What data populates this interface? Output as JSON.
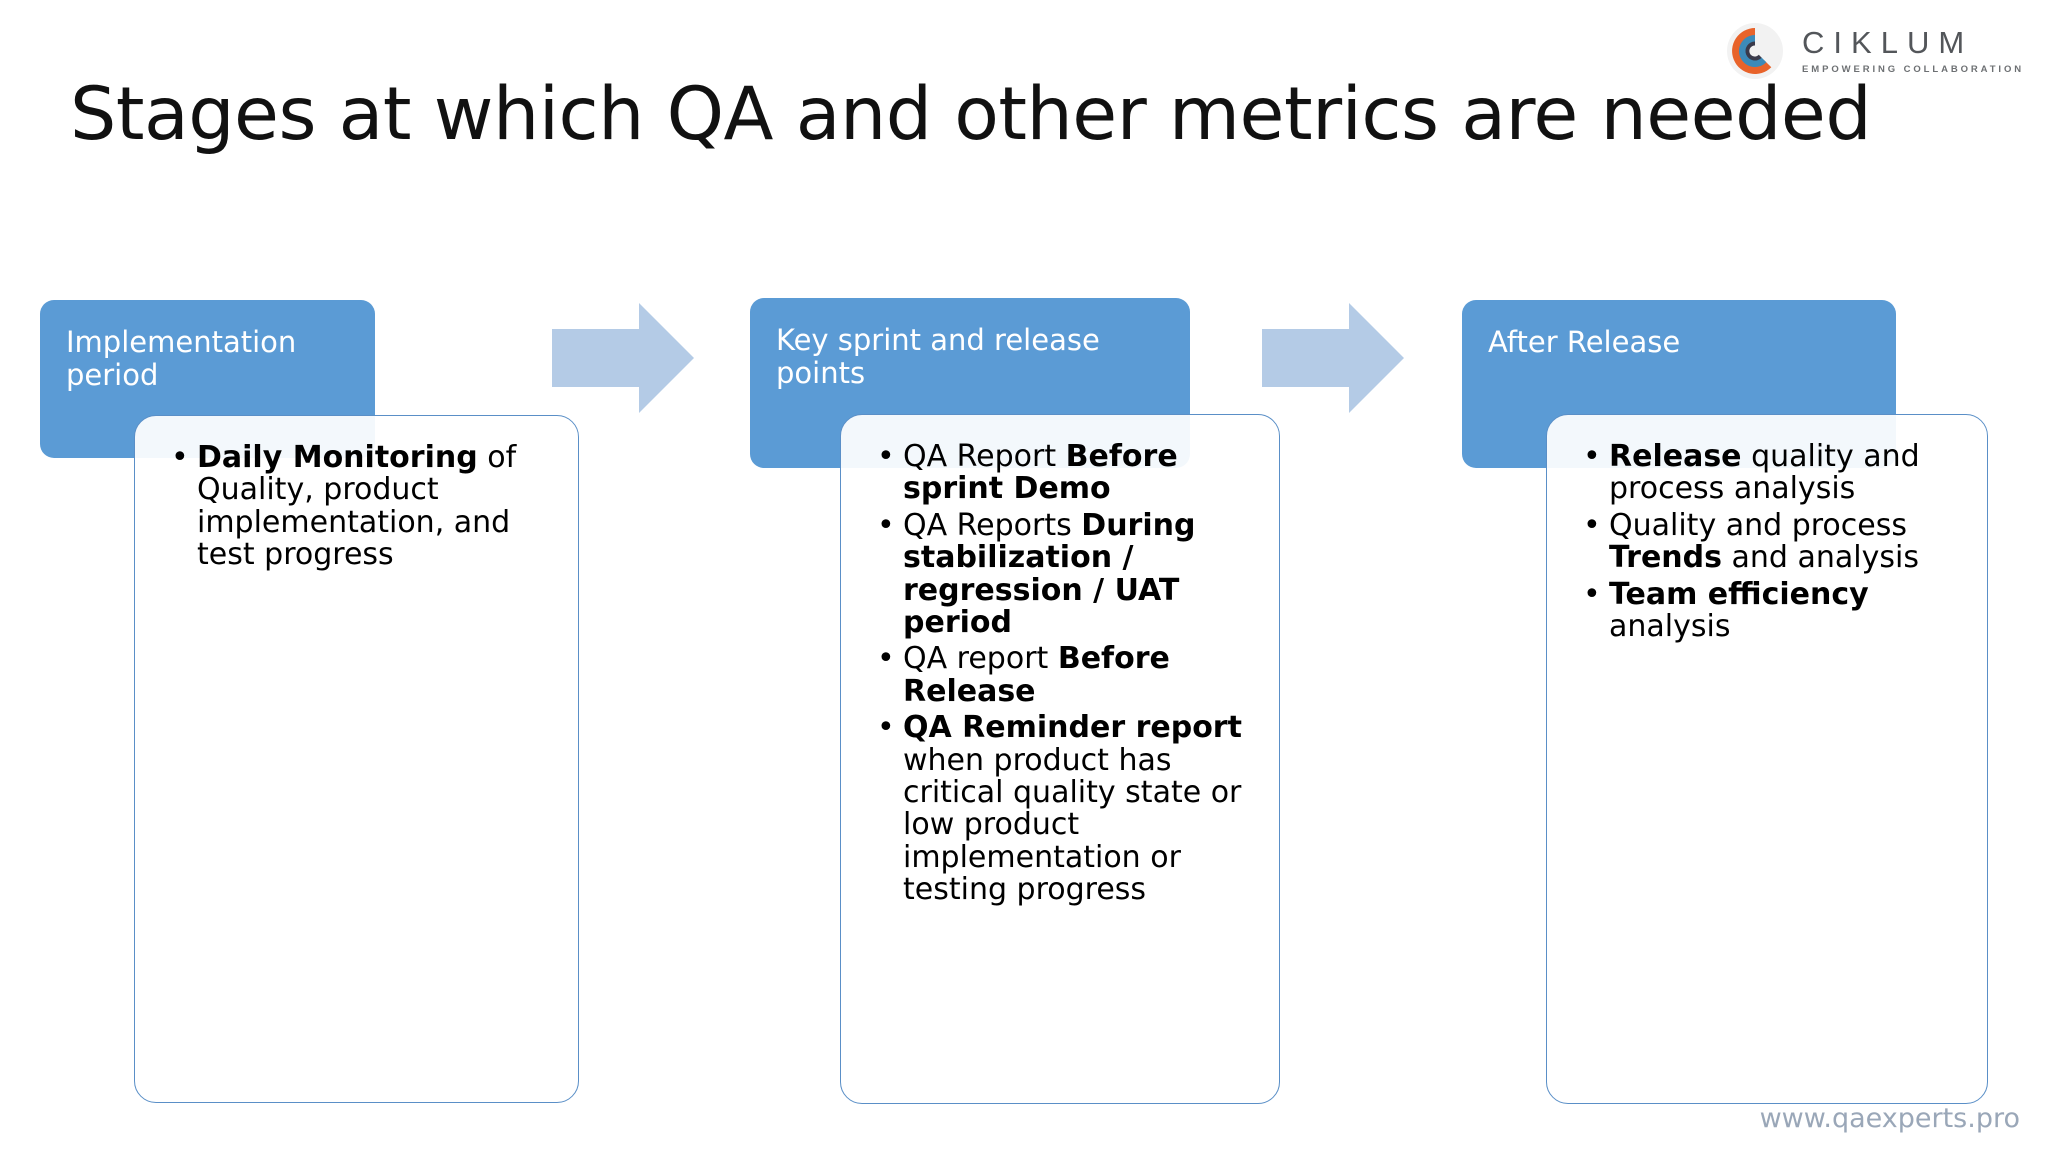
{
  "brand": {
    "name": "CIKLUM",
    "tagline": "EMPOWERING COLLABORATION",
    "logo_icon": "ciklum-c-logo-icon",
    "colors": {
      "orange": "#E8632A",
      "blue": "#3C8AB8",
      "dark": "#3A3A4A"
    }
  },
  "title": "Stages at which QA and other metrics are needed",
  "colors": {
    "header_blue": "#5B9BD5",
    "arrow_blue": "#B4CBE6",
    "card_border": "#5A8FC7",
    "footer_text": "#9AA7B8"
  },
  "arrows": [
    {
      "name": "arrow-stage-1-to-2",
      "icon": "arrow-right-icon"
    },
    {
      "name": "arrow-stage-2-to-3",
      "icon": "arrow-right-icon"
    }
  ],
  "stages": [
    {
      "id": "implementation-period",
      "header": "Implementation period",
      "bullets": [
        [
          {
            "text": "Daily Monitoring",
            "bold": true
          },
          {
            "text": " of Quality, product implementation, and test progress",
            "bold": false
          }
        ]
      ]
    },
    {
      "id": "key-sprint-and-release-points",
      "header": "Key sprint and release points",
      "bullets": [
        [
          {
            "text": "QA Report ",
            "bold": false
          },
          {
            "text": "Before sprint Demo",
            "bold": true
          }
        ],
        [
          {
            "text": "QA Reports ",
            "bold": false
          },
          {
            "text": "During stabilization / regression / UAT period",
            "bold": true
          }
        ],
        [
          {
            "text": "QA report ",
            "bold": false
          },
          {
            "text": "Before Release",
            "bold": true
          }
        ],
        [
          {
            "text": "QA Reminder report",
            "bold": true
          },
          {
            "text": " when product has critical quality state or low product implementation or testing progress",
            "bold": false
          }
        ]
      ]
    },
    {
      "id": "after-release",
      "header": "After Release",
      "bullets": [
        [
          {
            "text": "Release",
            "bold": true
          },
          {
            "text": " quality and process analysis",
            "bold": false
          }
        ],
        [
          {
            "text": "Quality and process ",
            "bold": false
          },
          {
            "text": "Trends",
            "bold": true
          },
          {
            "text": " and  analysis",
            "bold": false
          }
        ],
        [
          {
            "text": "Team efficiency",
            "bold": true
          },
          {
            "text": " analysis",
            "bold": false
          }
        ]
      ]
    }
  ],
  "footer": {
    "url": "www.qaexperts.pro"
  }
}
